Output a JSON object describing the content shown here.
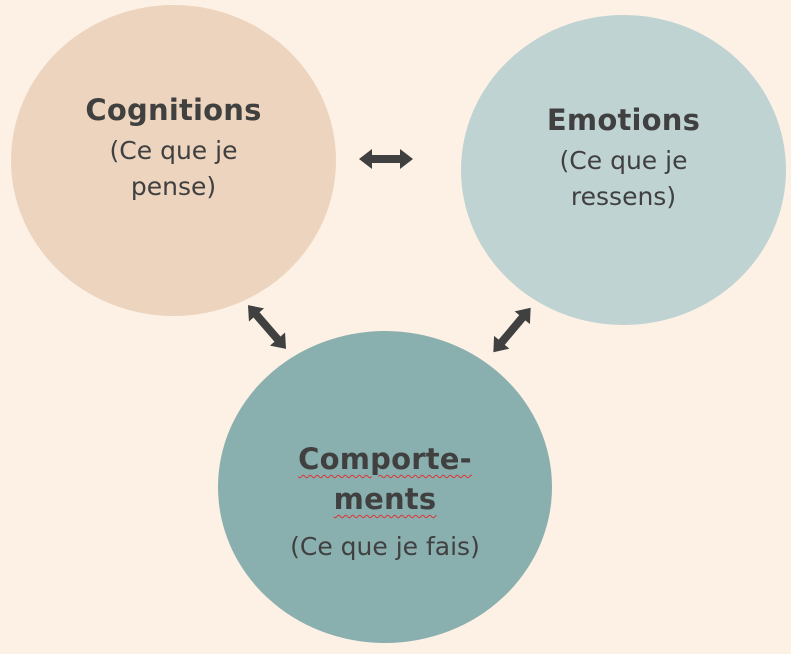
{
  "nodes": {
    "cognitions": {
      "title": "Cognitions",
      "subtitle_lines": [
        "(Ce que je",
        "pense)"
      ],
      "color": "#ecd4be"
    },
    "emotions": {
      "title": "Emotions",
      "subtitle_lines": [
        "(Ce que je",
        "ressens)"
      ],
      "color": "#bfd3d3"
    },
    "comportements": {
      "title_lines": [
        "Comporte-",
        "ments"
      ],
      "subtitle": "(Ce que je fais)",
      "color": "#8aafaf"
    }
  },
  "colors": {
    "background": "#fdf1e5",
    "arrow": "#404040",
    "text": "#404040",
    "spellcheck_underline": "#dd3333"
  }
}
